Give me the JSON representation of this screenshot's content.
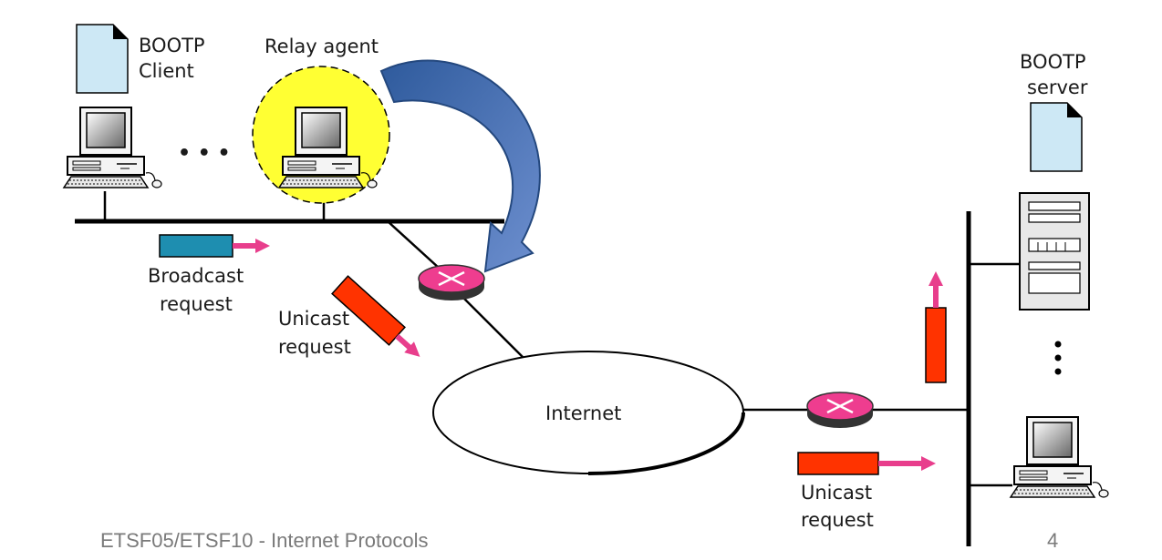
{
  "labels": {
    "bootp_client_line1": "BOOTP",
    "bootp_client_line2": "Client",
    "relay_agent": "Relay agent",
    "bootp_server_line1": "BOOTP",
    "bootp_server_line2": "server",
    "broadcast_line1": "Broadcast",
    "broadcast_line2": "request",
    "unicast_left_line1": "Unicast",
    "unicast_left_line2": "request",
    "unicast_right_line1": "Unicast",
    "unicast_right_line2": "request",
    "internet": "Internet",
    "ellipsis": "• • •"
  },
  "footer": {
    "course": "ETSF05/ETSF10 - Internet Protocols",
    "page_number": "4"
  },
  "colors": {
    "relay_highlight": "#ffff33",
    "curved_arrow": "#4a70b0",
    "packet_broadcast": "#1e8eb0",
    "packet_unicast": "#ff3300",
    "packet_arrow": "#e83e8c",
    "router": "#ee3d8f",
    "document": "#cde8f5"
  }
}
